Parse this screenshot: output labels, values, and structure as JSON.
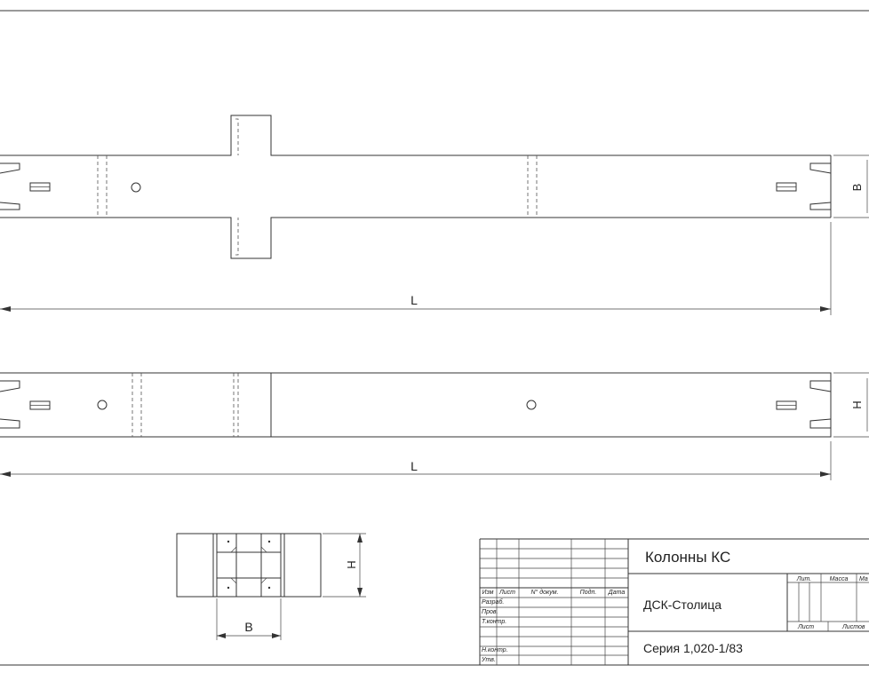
{
  "colors": {
    "line": "#333333",
    "background": "#ffffff"
  },
  "plan_view": {
    "length_label": "L",
    "width_label": "B"
  },
  "side_view": {
    "length_label": "L",
    "height_label": "H"
  },
  "section_view": {
    "height_label": "H",
    "width_label": "B"
  },
  "title_block": {
    "product": "Колонны КС",
    "organization": "ДСК-Столица",
    "series": "Серия 1,020-1/83",
    "columns": [
      "Изм",
      "Лист",
      "N° докум.",
      "Подп.",
      "Дата"
    ],
    "roles": [
      "Разраб.",
      "Пров.",
      "Т.контр.",
      "Н.контр.",
      "Утв."
    ],
    "lit_label": "Лит.",
    "mass_label": "Масса",
    "scale_label": "Ма",
    "sheet_label": "Лист",
    "sheets_label": "Листов"
  }
}
